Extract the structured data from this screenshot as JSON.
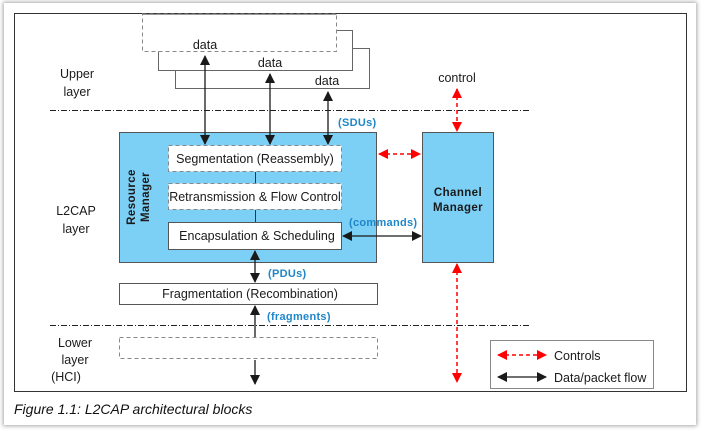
{
  "layers": {
    "upper": [
      "Upper",
      "layer"
    ],
    "l2cap": [
      "L2CAP",
      "layer"
    ],
    "lower": [
      "Lower",
      "layer",
      "(HCI)"
    ]
  },
  "upper_boxes": [
    "data",
    "data",
    "data"
  ],
  "control_label": "control",
  "resource_manager": [
    "Resource",
    "Manager"
  ],
  "channel_manager": [
    "Channel",
    "Manager"
  ],
  "blocks": {
    "segmentation": "Segmentation (Reassembly)",
    "retransmission": "Retransmission & Flow Control",
    "encapsulation": "Encapsulation & Scheduling",
    "fragmentation": "Fragmentation (Recombination)"
  },
  "flow_labels": {
    "sdus": "(SDUs)",
    "commands": "(commands)",
    "pdus": "(PDUs)",
    "fragments": "(fragments)"
  },
  "legend": {
    "controls": "Controls",
    "data_flow": "Data/packet flow"
  },
  "colors": {
    "manager_fill": "#7ccff5",
    "control_arrow": "#ff0000",
    "data_arrow": "#1a1a1a",
    "flow_label": "#1f86c8"
  },
  "caption": "Figure 1.1:  L2CAP architectural blocks"
}
